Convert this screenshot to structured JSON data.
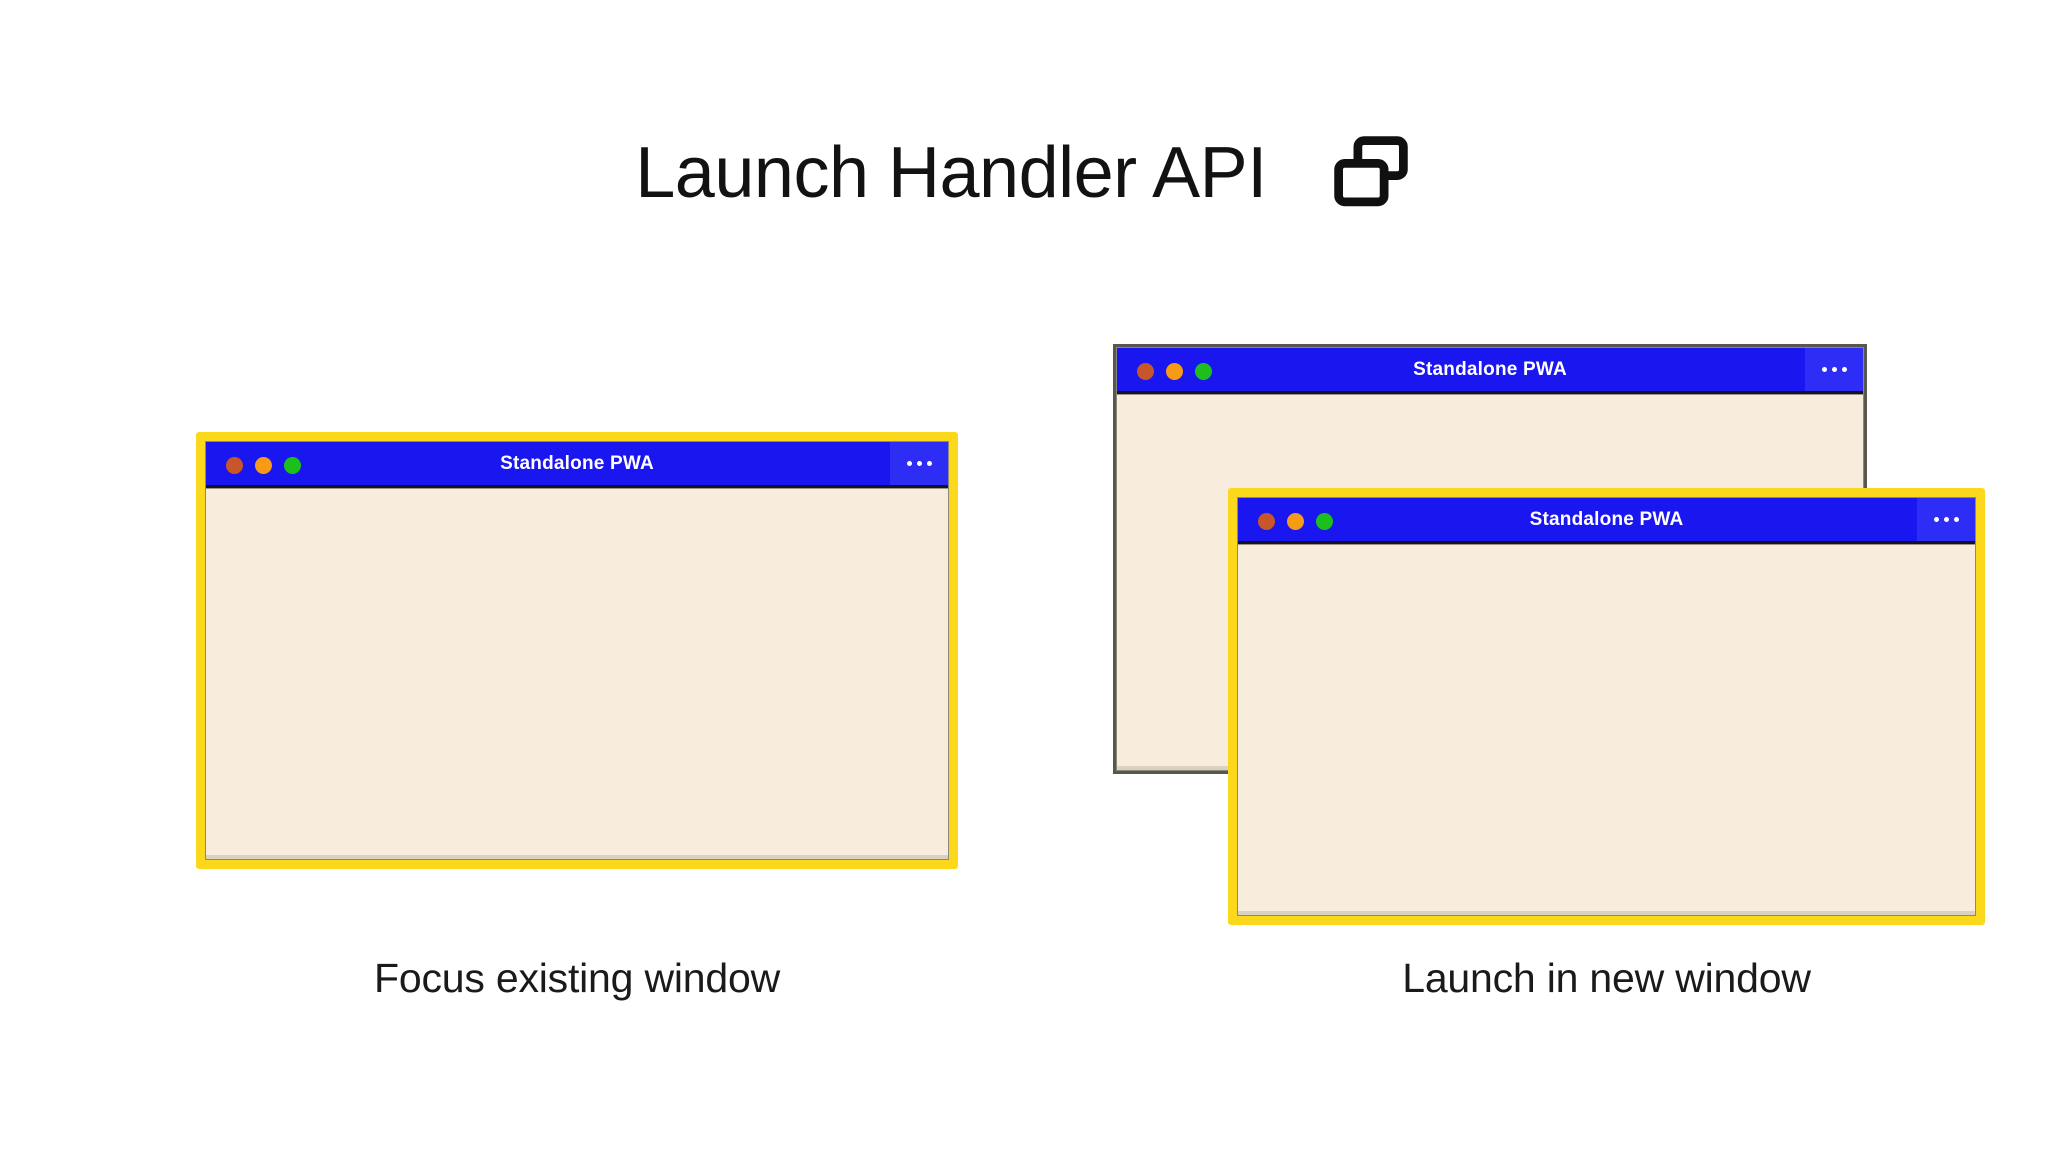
{
  "page": {
    "background_color": "#ffffff",
    "title": "Launch Handler API",
    "title_icon": "windows-overlap-icon"
  },
  "theme": {
    "frame_highlight_color": "#fcd81c",
    "titlebar_color": "#1a16f0",
    "menu_button_color": "#2d2df5",
    "window_body_color": "#f8ecdc",
    "plain_border_color": "#58564f",
    "traffic_light_red": "#c8562b",
    "traffic_light_yellow": "#f79b16",
    "traffic_light_green": "#1cbf1c",
    "text_color": "#1a1a1a"
  },
  "panels": [
    {
      "id": "focus-existing",
      "caption": "Focus existing window",
      "windows": [
        {
          "id": "focus-window",
          "title": "Standalone PWA",
          "highlighted": true,
          "menu_label": "...",
          "traffic_lights": [
            "close",
            "minimize",
            "maximize"
          ]
        }
      ]
    },
    {
      "id": "launch-new",
      "caption": "Launch in new window",
      "windows": [
        {
          "id": "new-window-back",
          "title": "Standalone PWA",
          "highlighted": false,
          "menu_label": "...",
          "traffic_lights": [
            "close",
            "minimize",
            "maximize"
          ]
        },
        {
          "id": "new-window-front",
          "title": "Standalone PWA",
          "highlighted": true,
          "menu_label": "...",
          "traffic_lights": [
            "close",
            "minimize",
            "maximize"
          ]
        }
      ]
    }
  ]
}
